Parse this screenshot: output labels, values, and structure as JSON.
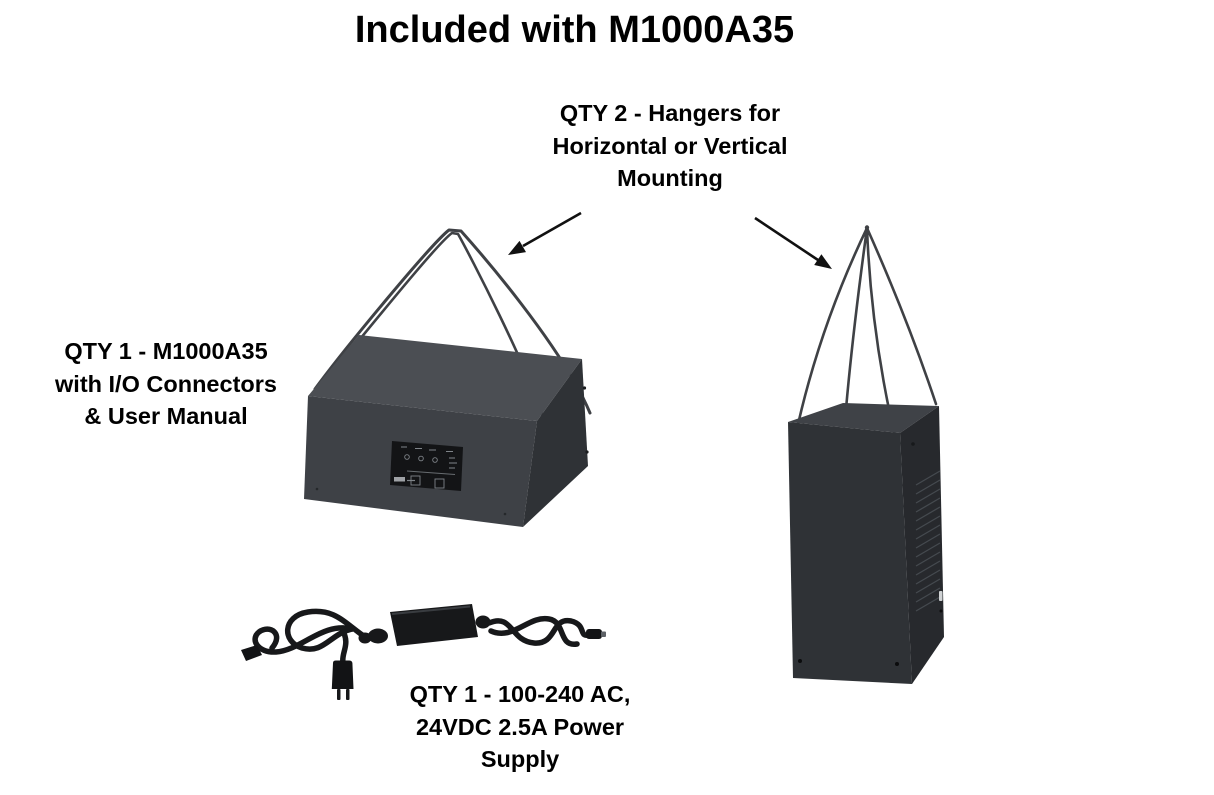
{
  "page": {
    "title": "Included with M1000A35",
    "background_color": "#ffffff",
    "text_color": "#000000"
  },
  "labels": {
    "hangers": "QTY 2 - Hangers for\nHorizontal or Vertical\nMounting",
    "main_unit": "QTY 1 - M1000A35\nwith I/O Connectors\n& User Manual",
    "power_supply": "QTY 1 - 100-240 AC,\n24VDC 2.5A Power\nSupply"
  },
  "illustrations": {
    "horizontal_unit_name": "M1000A35 unit with wire hanger - horizontal mounting",
    "vertical_unit_name": "M1000A35 unit with wire hanger - vertical mounting",
    "power_supply_name": "100-240 AC, 24VDC 2.5A power adapter with cables",
    "colors": {
      "h_box_top": "#4b4e53",
      "h_box_front": "#3e4146",
      "h_box_side": "#2f3236",
      "v_box_top": "#3f4247",
      "v_box_front": "#2f3236",
      "v_box_side": "#27292d",
      "panel": "#131416",
      "wire": "#3f4145",
      "arrow": "#111111",
      "cable": "#17181a"
    }
  }
}
